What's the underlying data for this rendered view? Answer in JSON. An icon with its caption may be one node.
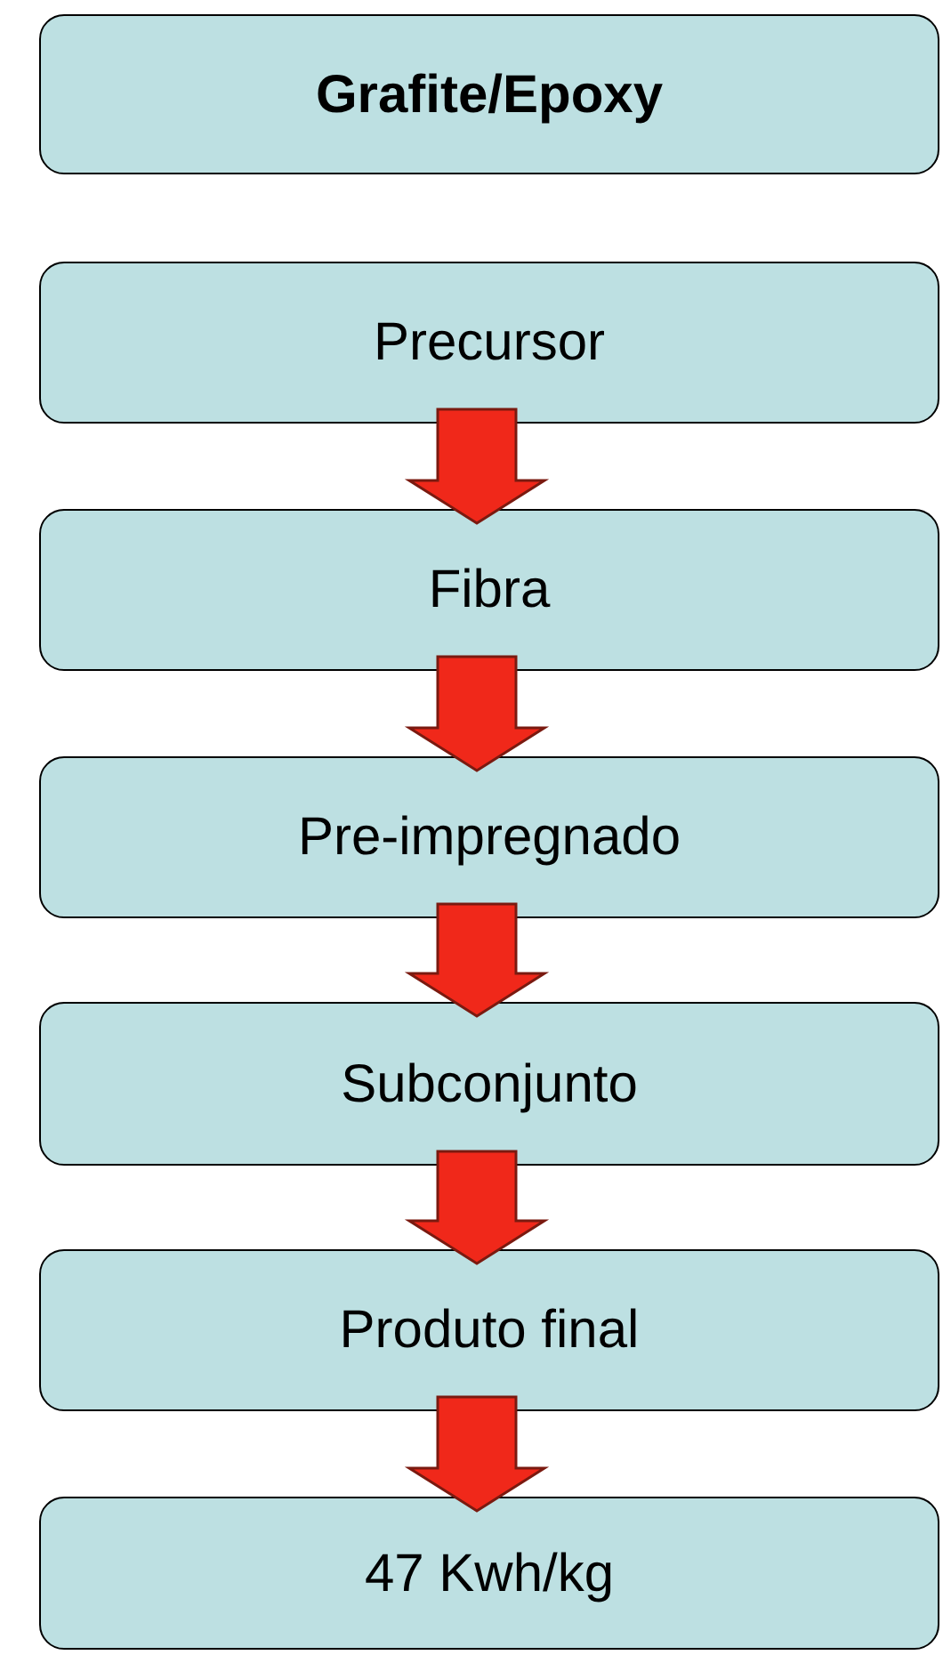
{
  "diagram": {
    "nodes": [
      {
        "text": [
          "Grafite/Epoxy"
        ]
      },
      {
        "text": [
          "Precursor"
        ]
      },
      {
        "text": [
          "Fibra"
        ]
      },
      {
        "text": [
          "Pre-impregnado"
        ]
      },
      {
        "text": [
          "Subconjunto"
        ]
      },
      {
        "text": [
          "Produto final"
        ]
      },
      {
        "text": [
          "47 Kwh/kg"
        ]
      }
    ],
    "edges": [
      {
        "from": 1,
        "to": 2,
        "arrow": "to"
      },
      {
        "from": 2,
        "to": 3,
        "arrow": "to"
      },
      {
        "from": 3,
        "to": 4,
        "arrow": "to"
      },
      {
        "from": 4,
        "to": 5,
        "arrow": "to"
      },
      {
        "from": 5,
        "to": 6,
        "arrow": "to"
      }
    ]
  }
}
